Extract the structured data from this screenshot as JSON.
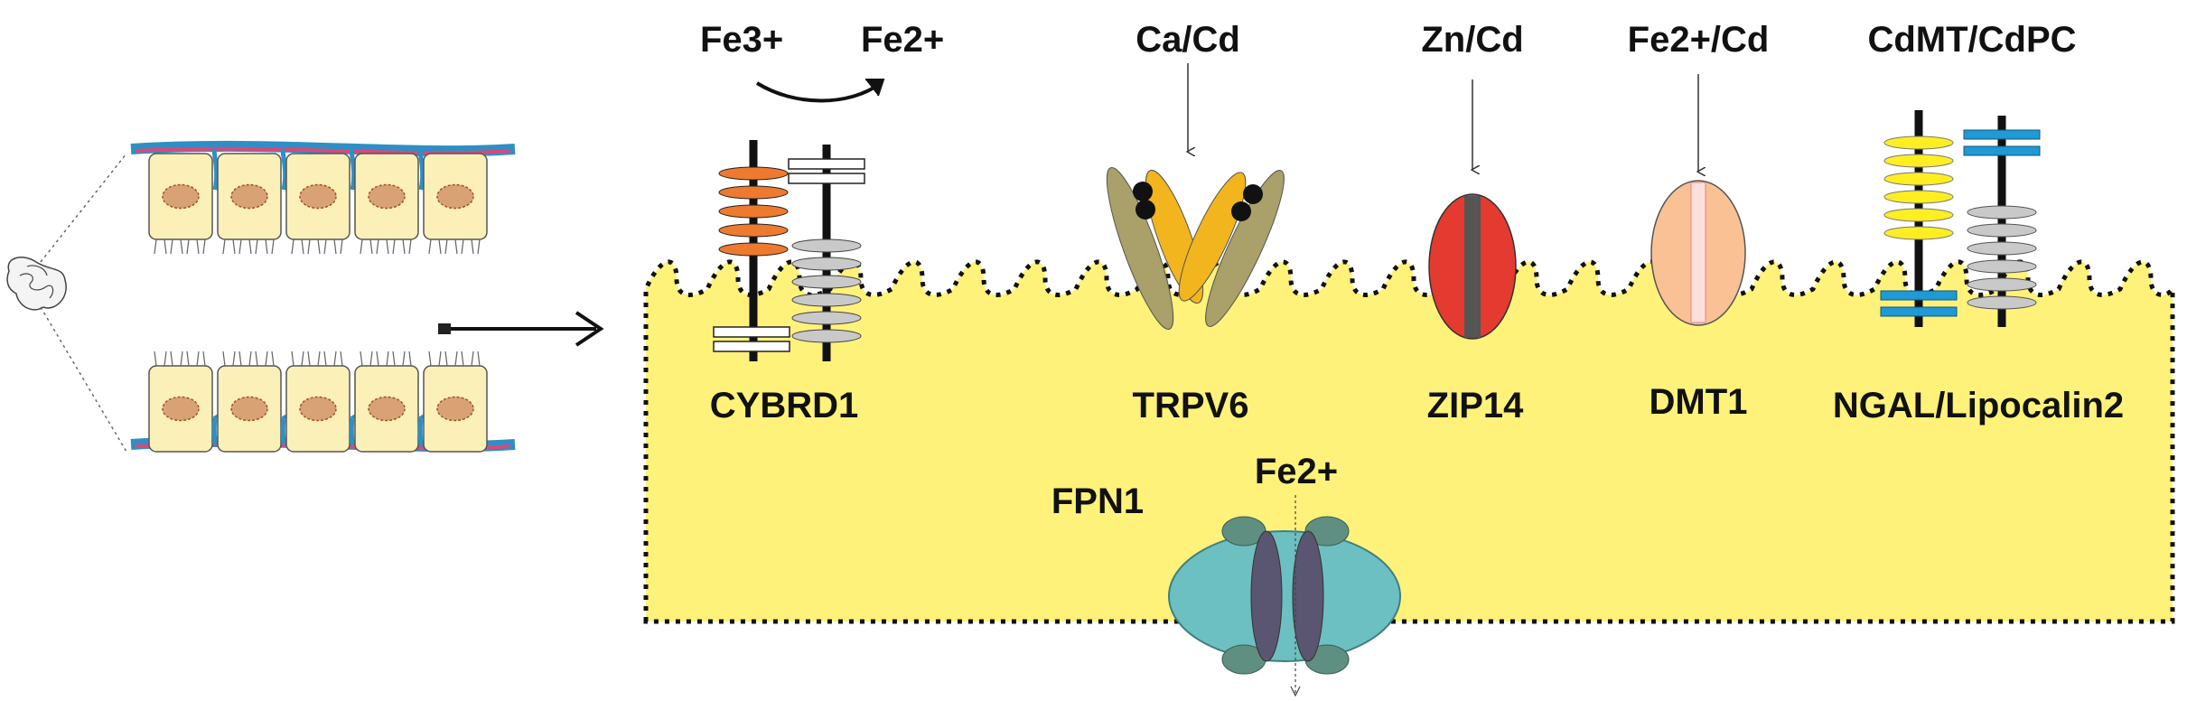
{
  "ions": {
    "fe3": "Fe3+",
    "fe2": "Fe2+",
    "ca_cd": "Ca/Cd",
    "zn_cd": "Zn/Cd",
    "fe2_cd": "Fe2+/Cd",
    "cdmt_cdpc": "CdMT/CdPC",
    "fpn_fe2": "Fe2+"
  },
  "transporters": {
    "cybrd1": "CYBRD1",
    "trpv6": "TRPV6",
    "zip14": "ZIP14",
    "dmt1": "DMT1",
    "ngal": "NGAL/Lipocalin2",
    "fpn1": "FPN1"
  },
  "colors": {
    "cell": "#fff27a",
    "orange": "#ee7a30",
    "olive": "#a9a06a",
    "gold": "#f2b51d",
    "zip_red": "#e53a2f",
    "dmt_peach": "#f9c194",
    "yellow_disc": "#ffee22",
    "blue_bar": "#1e9ad6",
    "gray_disc": "#c9c9c9",
    "fpn_teal": "#6cc0c1",
    "fpn_inner": "#5a5570",
    "fpn_sub": "#5f8f80",
    "tissue_cell": "#fbf0b8",
    "nucleus": "#d9a275",
    "vessel_blue": "#2f8fc4",
    "vessel_red": "#d64a7a"
  }
}
